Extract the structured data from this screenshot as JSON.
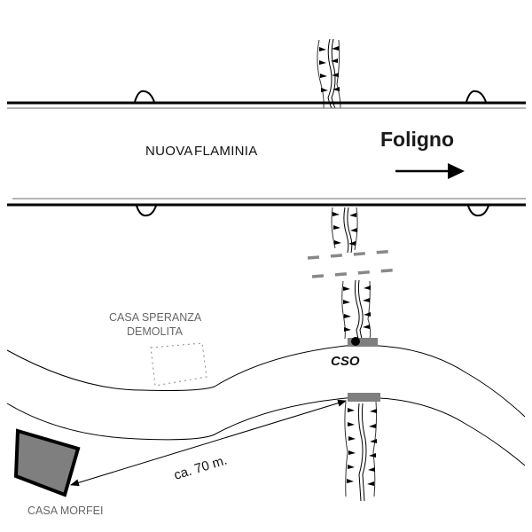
{
  "road": {
    "name_part1": "NUOVA",
    "name_part2": "FLAMINIA"
  },
  "direction": {
    "city": "Foligno",
    "arrow": "right-arrow"
  },
  "labels": {
    "casa_speranza_line1": "CASA SPERANZA",
    "casa_speranza_line2": "DEMOLITA",
    "cso": "CSO",
    "distance": "ca. 70 m.",
    "casa_morfei": "CASA MORFEI"
  },
  "colors": {
    "line": "#000000",
    "gray_fill": "#7f7f7f",
    "dashed": "#888888",
    "label_gray": "#666666"
  }
}
